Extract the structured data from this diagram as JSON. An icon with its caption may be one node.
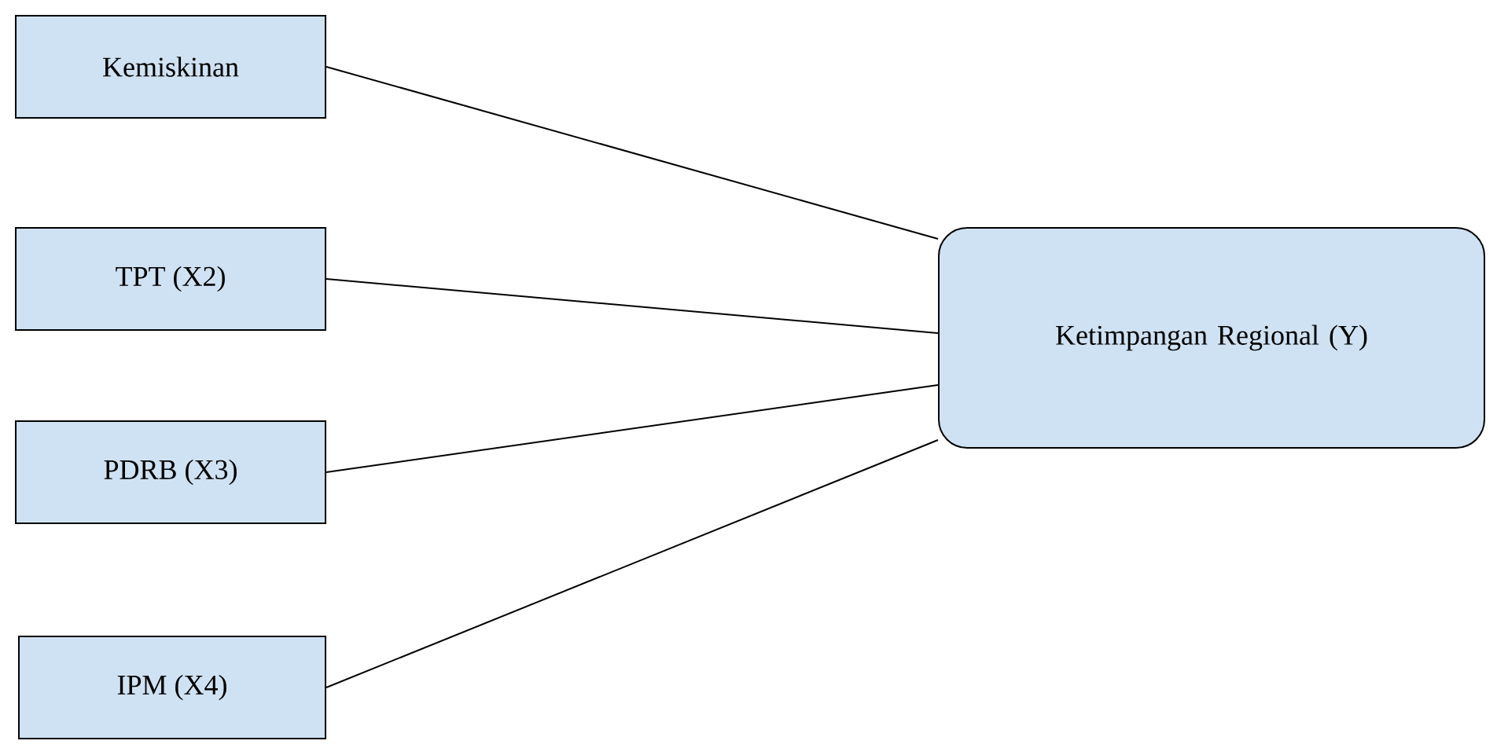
{
  "diagram": {
    "nodes": [
      {
        "text": [
          "Kemiskinan"
        ]
      },
      {
        "text": [
          "TPT (X2)"
        ]
      },
      {
        "text": [
          "PDRB (X3)"
        ]
      },
      {
        "text": [
          "IPM (X4)"
        ]
      },
      {
        "text": [
          "Ketimpangan Regional (Y)"
        ]
      }
    ],
    "edges": [
      {
        "from": 0,
        "to": 4,
        "arrow": "none"
      },
      {
        "from": 1,
        "to": 4,
        "arrow": "none"
      },
      {
        "from": 2,
        "to": 4,
        "arrow": "none"
      },
      {
        "from": 3,
        "to": 4,
        "arrow": "none"
      }
    ]
  }
}
